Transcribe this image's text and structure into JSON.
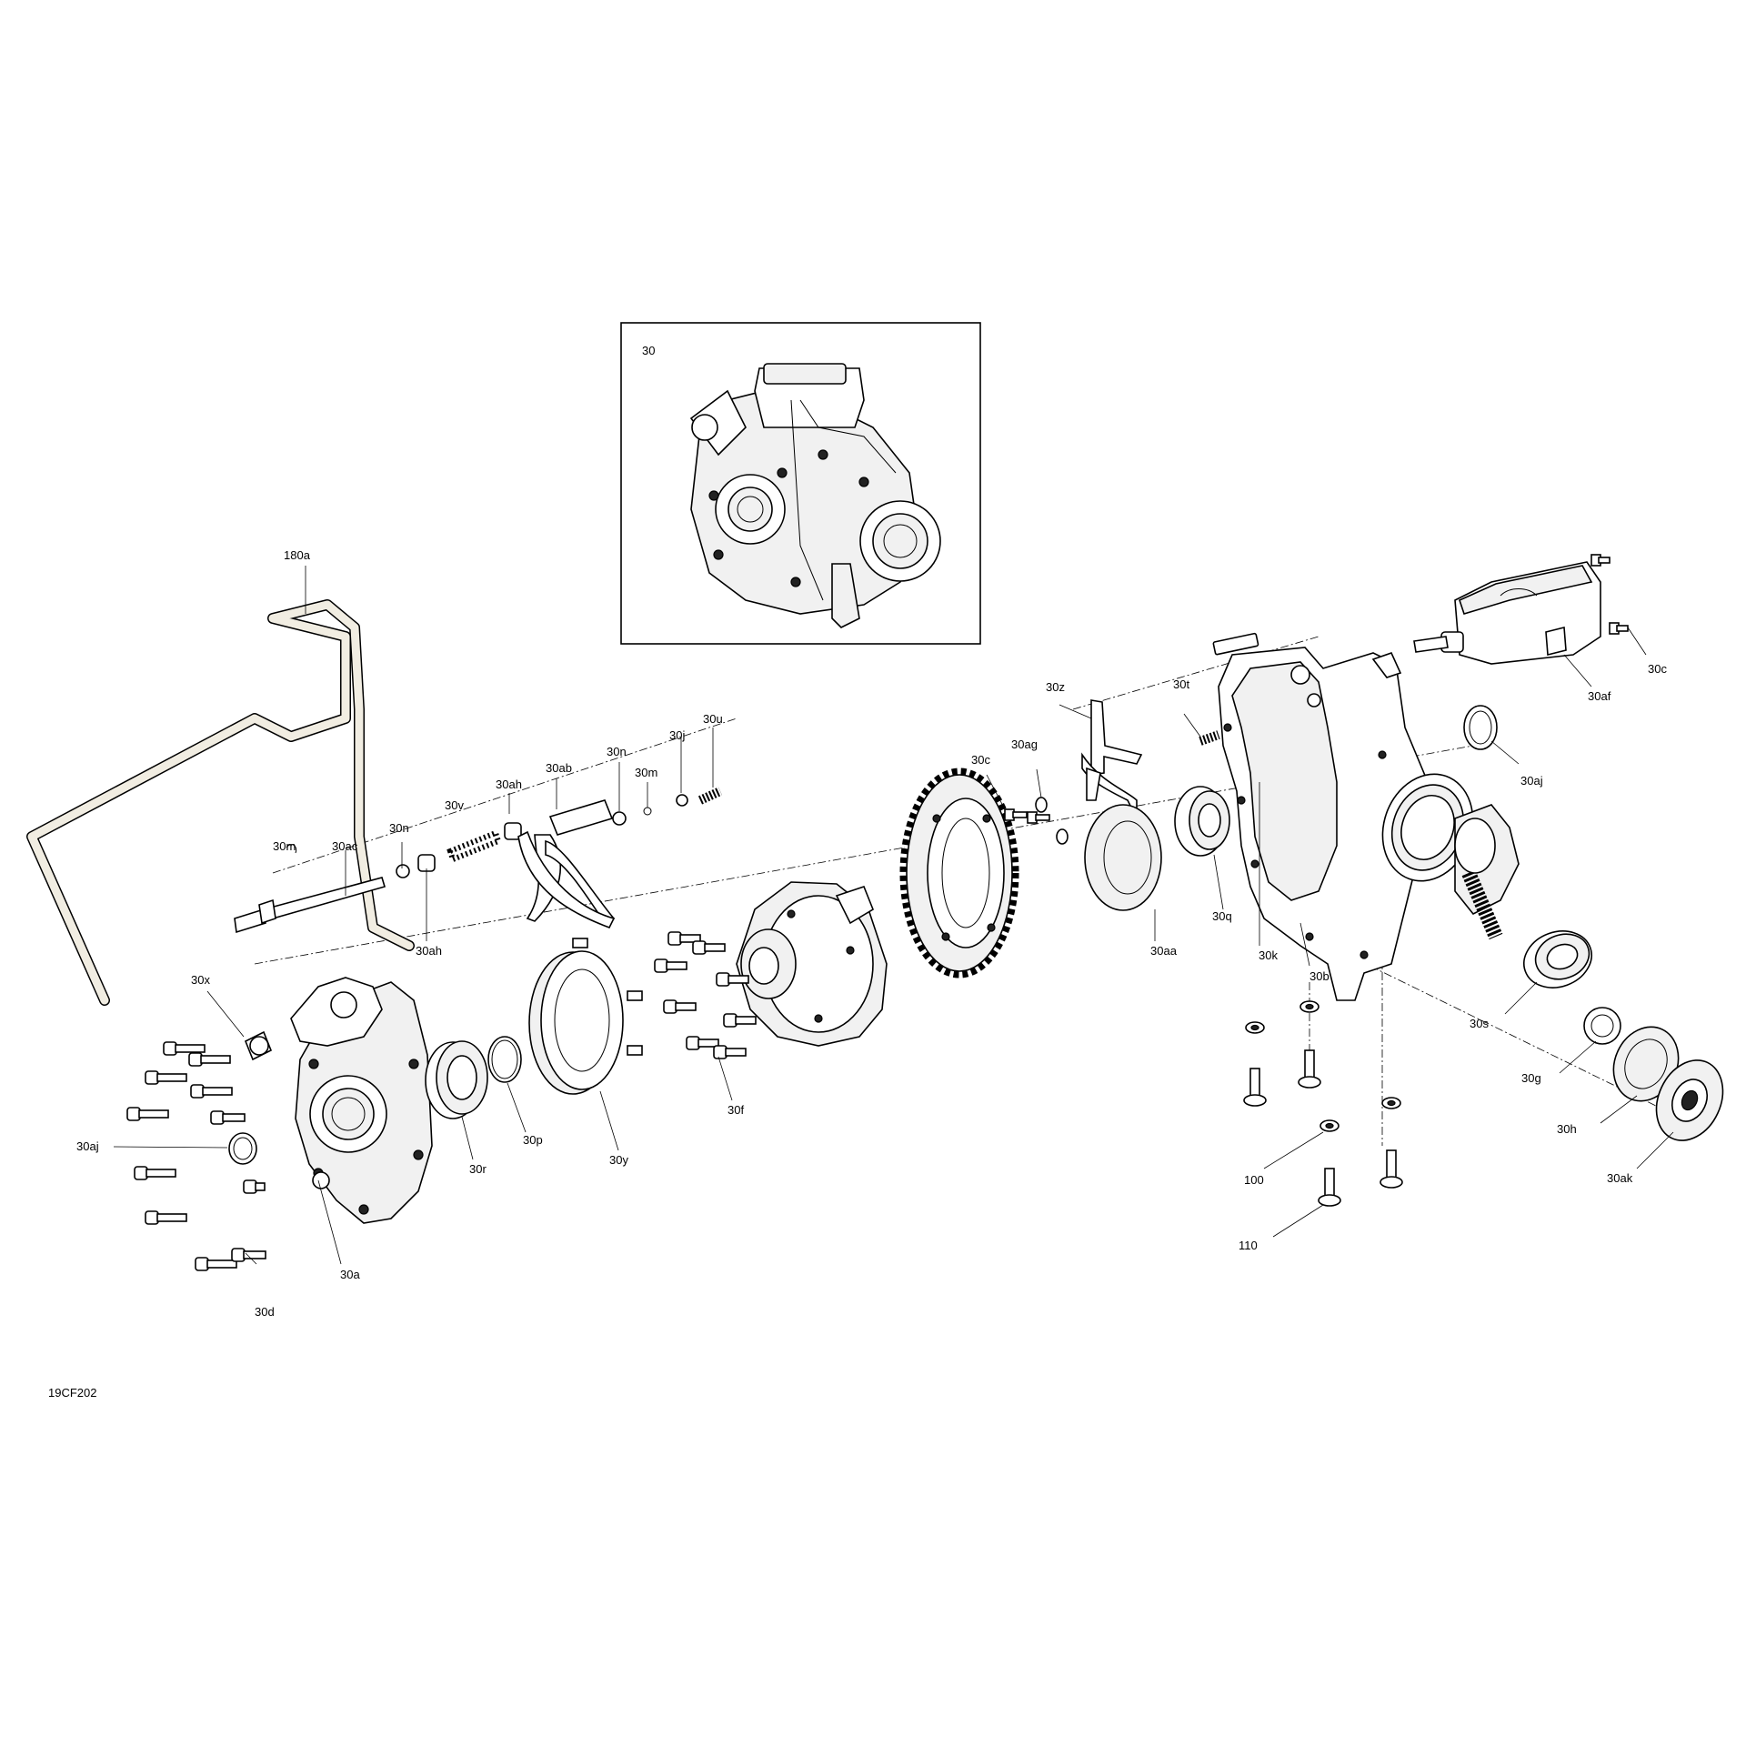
{
  "inset": {
    "label": "30"
  },
  "diagram_id": "19CF202",
  "callouts": {
    "l180a": "180a",
    "l30m_a": "30m",
    "l30ac": "30ac",
    "l30n_a": "30n",
    "l30v": "30v",
    "l30ah_a": "30ah",
    "l30ah_b": "30ah",
    "l30ab": "30ab",
    "l30n_b": "30n",
    "l30m_b": "30m",
    "l30j": "30j",
    "l30u": "30u",
    "l30x": "30x",
    "l30aj_a": "30aj",
    "l30a": "30a",
    "l30d": "30d",
    "l30r": "30r",
    "l30p": "30p",
    "l30y": "30y",
    "l30f": "30f",
    "l30c_a": "30c",
    "l30ag": "30ag",
    "l30z": "30z",
    "l30t": "30t",
    "l30aa": "30aa",
    "l30q": "30q",
    "l30k": "30k",
    "l30b": "30b",
    "l30af": "30af",
    "l30c_b": "30c",
    "l30aj_b": "30aj",
    "l30s": "30s",
    "l30g": "30g",
    "l30h": "30h",
    "l30ak": "30ak",
    "l100": "100",
    "l110": "110"
  }
}
